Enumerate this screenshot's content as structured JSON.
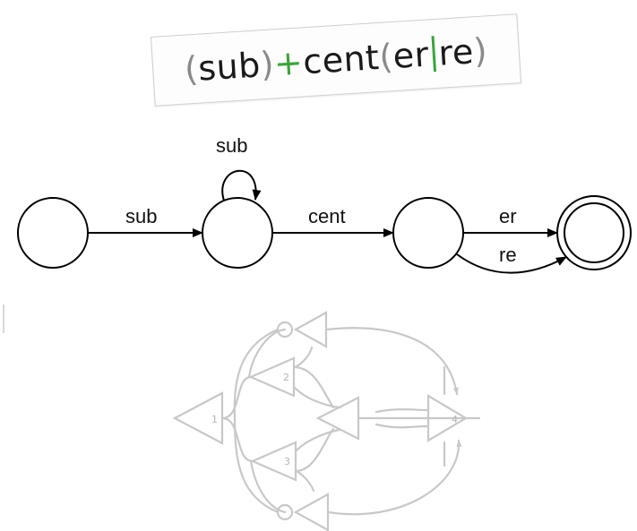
{
  "regex": {
    "open_paren": "(",
    "sub": "sub",
    "close_paren": ")",
    "plus": "+",
    "cent": "cent",
    "open_paren2": "(",
    "er": "er",
    "re": "re",
    "close_paren2": ")"
  },
  "automaton": {
    "edges": {
      "sub": "sub",
      "sub_loop": "sub",
      "cent": "cent",
      "er": "er",
      "re": "re"
    }
  },
  "circuit": {
    "labels": [
      "1",
      "2",
      "3",
      "4"
    ]
  }
}
